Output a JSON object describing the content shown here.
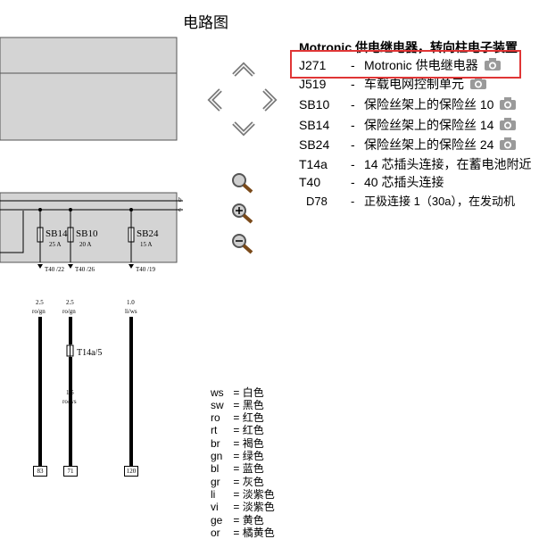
{
  "page": {
    "title": "电路图"
  },
  "legend": {
    "heading": "Motronic 供电继电器，转向柱电子装置",
    "components": [
      {
        "code": "J271",
        "desc": "Motronic 供电继电器",
        "camera": true
      },
      {
        "code": "J519",
        "desc": "车载电网控制单元",
        "camera": true
      },
      {
        "code": "SB10",
        "desc": "保险丝架上的保险丝 10",
        "camera": true
      },
      {
        "code": "SB14",
        "desc": "保险丝架上的保险丝 14",
        "camera": true
      },
      {
        "code": "SB24",
        "desc": "保险丝架上的保险丝 24",
        "camera": true
      },
      {
        "code": "T14a",
        "desc": "14 芯插头连接，在蓄电池附近",
        "camera": false
      },
      {
        "code": "T40",
        "desc": "40 芯插头连接",
        "camera": false
      },
      {
        "code": "D78",
        "desc": "正极连接 1（30a），在发动机",
        "camera": false
      }
    ],
    "dash": "-"
  },
  "nav": {
    "up": "arrow-up-icon",
    "down": "arrow-down-icon",
    "left": "arrow-left-icon",
    "right": "arrow-right-icon",
    "zoom_fit": "magnifier-icon",
    "zoom_in": "zoom-in-icon",
    "zoom_out": "zoom-out-icon"
  },
  "diagram": {
    "fuses": [
      {
        "name": "SB14",
        "rating": "25 A",
        "terminal": "T40 /22",
        "wire_size": "2.5",
        "wire_color": "ro/gn",
        "end": "83"
      },
      {
        "name": "SB10",
        "rating": "20 A",
        "terminal": "T40 /26",
        "wire_size": "2.5",
        "wire_color": "ro/gn",
        "end": "71"
      },
      {
        "name": "SB24",
        "rating": "15 A",
        "terminal": "T40 /19",
        "wire_size": "1.0",
        "wire_color": "li/ws",
        "end": "120"
      }
    ],
    "connector": {
      "name": "T14a/5",
      "wire_size": "1.5",
      "wire_color": "ro/ws"
    },
    "bus_labels": [
      "b",
      "c"
    ]
  },
  "color_legend": [
    {
      "code": "ws",
      "name": "白色"
    },
    {
      "code": "sw",
      "name": "黑色"
    },
    {
      "code": "ro",
      "name": "红色"
    },
    {
      "code": "rt",
      "name": "红色"
    },
    {
      "code": "br",
      "name": "褐色"
    },
    {
      "code": "gn",
      "name": "绿色"
    },
    {
      "code": "bl",
      "name": "蓝色"
    },
    {
      "code": "gr",
      "name": "灰色"
    },
    {
      "code": "li",
      "name": "淡紫色"
    },
    {
      "code": "vi",
      "name": "淡紫色"
    },
    {
      "code": "ge",
      "name": "黄色"
    },
    {
      "code": "or",
      "name": "橘黄色"
    }
  ],
  "colors": {
    "highlight": "#e03535",
    "panel": "#d4d4d4",
    "icon": "#7a7a7a"
  }
}
